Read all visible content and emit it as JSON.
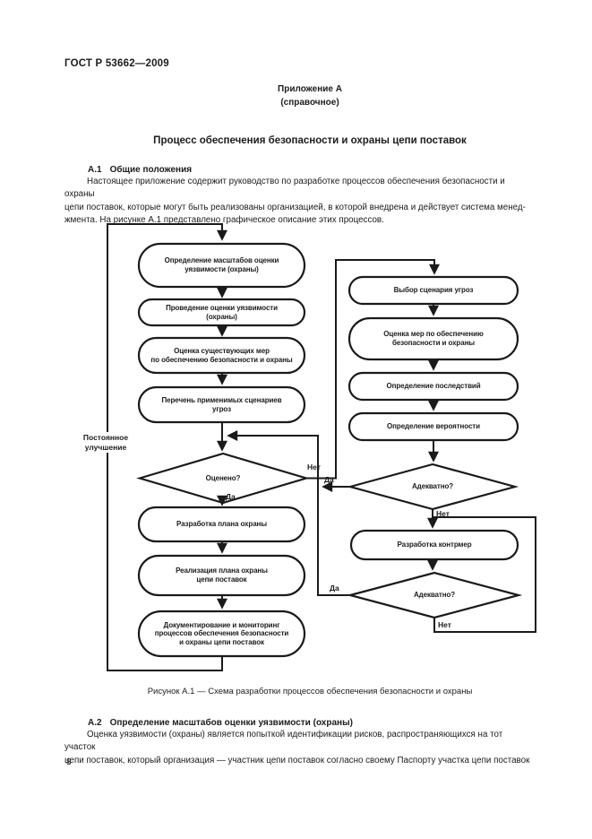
{
  "header": {
    "gost_number": "ГОСТ Р 53662—2009",
    "annex_label": "Приложение А",
    "annex_kind": "(справочное)",
    "title": "Процесс обеспечения безопасности и охраны цепи поставок"
  },
  "section_a1": {
    "number": "А.1",
    "heading": "Общие положения",
    "lines": [
      "Настоящее приложение содержит руководство по разработке процессов обеспечения безопасности и охраны",
      "цепи поставок, которые могут быть реализованы организацией, в которой внедрена и действует система менед-",
      "жмента. На рисунке А.1 представлено графическое описание этих процессов."
    ]
  },
  "figure": {
    "caption": "Рисунок А.1 — Схема разработки процессов обеспечения безопасности и охраны",
    "loop_label": {
      "lines": [
        "Постоянное",
        "улучшение"
      ]
    },
    "nodes": {
      "l1": {
        "lines": [
          "Определение масштабов оценки",
          "уязвимости (охраны)"
        ]
      },
      "l2": {
        "lines": [
          "Проведение оценки уязвимости",
          "(охраны)"
        ]
      },
      "l3": {
        "lines": [
          "Оценка существующих мер",
          "по обеспечению безопасности и охраны"
        ]
      },
      "l4": {
        "lines": [
          "Перечень применимых сценариев",
          "угроз"
        ]
      },
      "ld": {
        "label": "Оценено?"
      },
      "l5": {
        "lines": [
          "Разработка плана охраны"
        ]
      },
      "l6": {
        "lines": [
          "Реализация плана охраны",
          "цепи поставок"
        ]
      },
      "l7": {
        "lines": [
          "Документирование и мониторинг",
          "процессов обеспечения безопасности",
          "и охраны цепи поставок"
        ]
      },
      "r1": {
        "lines": [
          "Выбор сценария угроз"
        ]
      },
      "r2": {
        "lines": [
          "Оценка мер по обеспечению",
          "безопасности и охраны"
        ]
      },
      "r3": {
        "lines": [
          "Определение последствий"
        ]
      },
      "r4": {
        "lines": [
          "Определение вероятности"
        ]
      },
      "rd1": {
        "label": "Адекватно?"
      },
      "r5": {
        "lines": [
          "Разработка контрмер"
        ]
      },
      "rd2": {
        "label": "Адекватно?"
      }
    },
    "edge_labels": {
      "ld_yes": "Да",
      "ld_no": "Нет",
      "rd1_yes": "Да",
      "rd1_no": "Нет",
      "rd2_yes": "Да",
      "rd2_no": "Нет"
    }
  },
  "section_a2": {
    "number": "А.2",
    "heading": "Определение масштабов оценки уязвимости (охраны)",
    "lines": [
      "Оценка уязвимости (охраны) является попыткой идентификации рисков, распространяющихся на тот участок",
      "цепи поставок, который организация — участник цепи поставок согласно своему Паспорту участка цепи поставок"
    ]
  },
  "footer": {
    "page_number": "8"
  }
}
